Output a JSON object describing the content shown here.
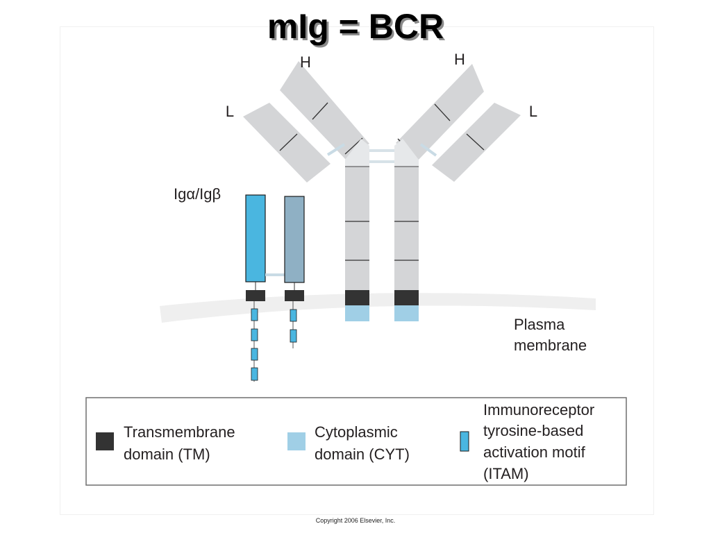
{
  "title": "mIg = BCR",
  "labels": {
    "heavy_left": "H",
    "heavy_right": "H",
    "light_left": "L",
    "light_right": "L",
    "ig_alpha_beta": "Igα/Igβ",
    "plasma_line1": "Plasma",
    "plasma_line2": "membrane"
  },
  "legend": {
    "tm": {
      "line1": "Transmembrane",
      "line2": "domain (TM)",
      "color": "#333333"
    },
    "cyt": {
      "line1": "Cytoplasmic",
      "line2": "domain (CYT)",
      "color": "#a0cfe6"
    },
    "itam": {
      "line1": "Immunoreceptor",
      "line2": "tyrosine-based",
      "line3": "activation motif",
      "line4": "(ITAM)",
      "color": "#4ab6e0"
    }
  },
  "colors": {
    "chain_gray": "#d4d5d7",
    "hinge_gray": "#e6e8ea",
    "ig_alpha": "#4ab6e0",
    "ig_beta": "#8fb0c4",
    "membrane": "#efefef",
    "disulfide": "#c9dbe5"
  },
  "copyright": "Copyright 2006 Elsevier, Inc."
}
